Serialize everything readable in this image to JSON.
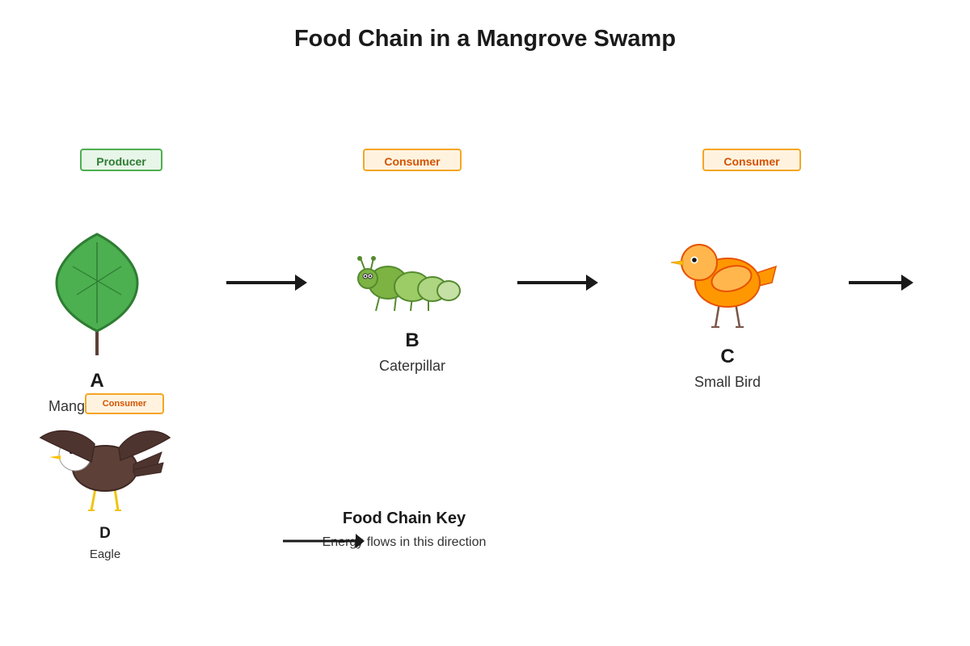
{
  "title": "Food Chain in a Mangrove Swamp",
  "organisms": [
    {
      "letter": "A",
      "name": "Mangrove",
      "role": "Producer"
    },
    {
      "letter": "B",
      "name": "Caterpillar",
      "role": "Consumer"
    },
    {
      "letter": "C",
      "name": "Small Bird",
      "role": "Consumer"
    },
    {
      "letter": "D",
      "name": "Eagle",
      "role": "Consumer"
    }
  ],
  "key": {
    "title": "Food Chain Key",
    "description": "Energy flows in this direction"
  },
  "colors": {
    "producer_fill": "#e8f5e9",
    "producer_border": "#4caf50",
    "consumer_fill": "#fff3e0",
    "consumer_border": "#f5a623",
    "arrow": "#1a1a1a"
  }
}
